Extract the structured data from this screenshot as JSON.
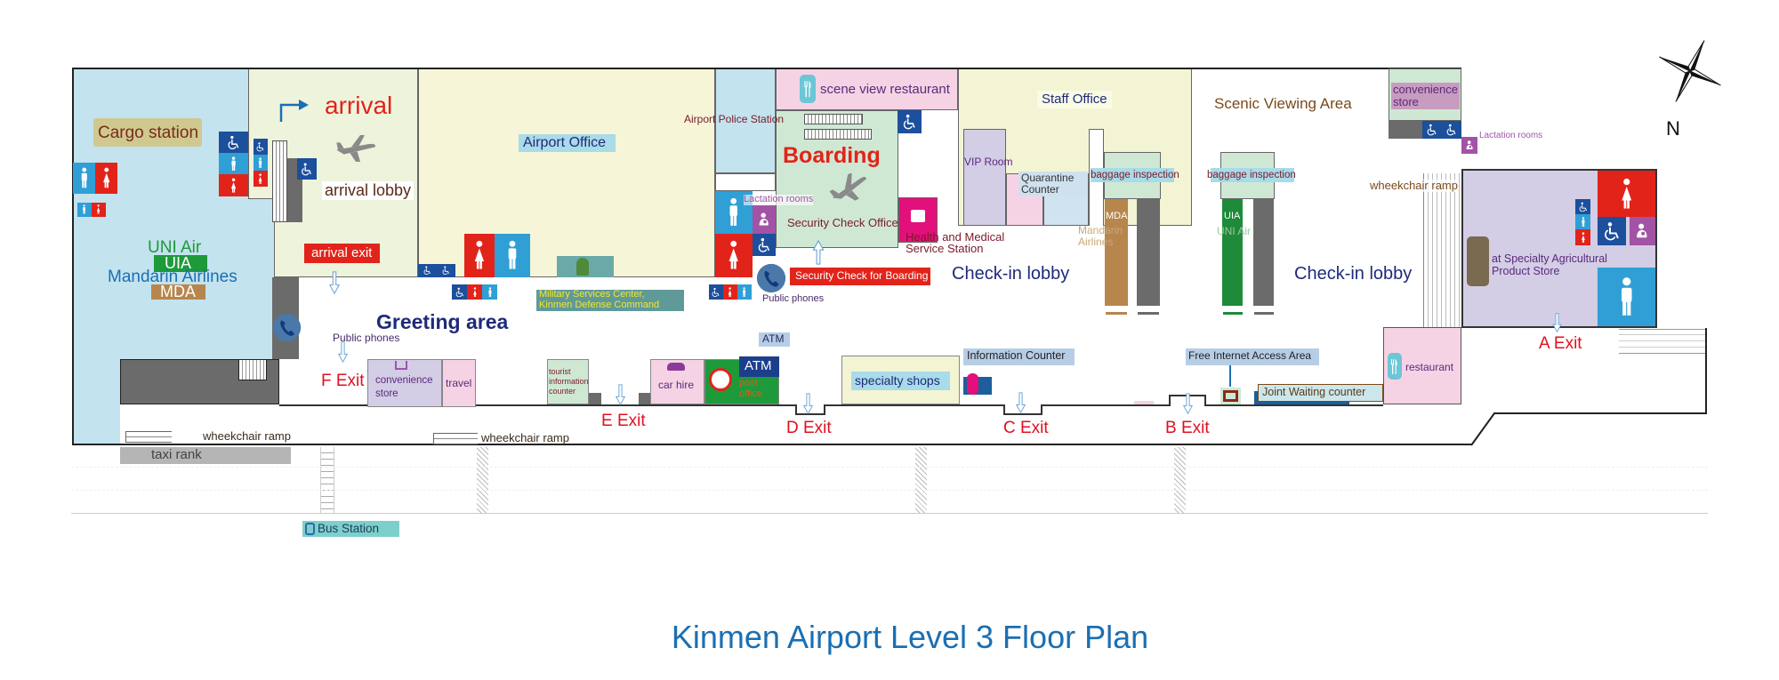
{
  "title": "Kinmen Airport Level 3 Floor Plan",
  "compass": {
    "label": "N"
  },
  "west": {
    "cargo_station": "Cargo station",
    "uni_air": "UNI Air",
    "uia": "UIA",
    "mandarin_airlines": "Mandarin Airlines",
    "mda": "MDA",
    "arrival": "arrival",
    "arrival_lobby": "arrival lobby",
    "arrival_exit": "arrival exit",
    "public_phones": "Public phones",
    "greeting_area": "Greeting area",
    "airport_office": "Airport Office",
    "military_services": [
      "Military Services Center,",
      "Kinmen Defense Command"
    ]
  },
  "center": {
    "airport_police_station": "Airport Police Station",
    "scene_view_restaurant": "scene view restaurant",
    "boarding": "Boarding",
    "lactation_rooms": "Lactation rooms",
    "security_check_office": "Security Check Office",
    "health_station": [
      "Health and Medical",
      "Service Station"
    ],
    "security_check_boarding": "Security Check for Boarding",
    "public_phones": "Public phones",
    "staff_office": "Staff Office",
    "vip_room": "VIP Room",
    "quarantine_counter": [
      "Quarantine",
      "Counter"
    ],
    "checkin_lobby": "Check-in lobby"
  },
  "counters": {
    "baggage_inspection": "baggage inspection",
    "mda": "MDA",
    "mandarin_airlines": [
      "Mandarin",
      "Airlines"
    ],
    "uia": "UIA",
    "uni_air": "UNI Air"
  },
  "east": {
    "scenic_viewing_area": "Scenic Viewing Area",
    "convenience_store": [
      "convenience",
      "store"
    ],
    "lactation_rooms": "Lactation rooms",
    "wheelchair_ramp": "wheekchair ramp",
    "checkin_lobby": "Check-in lobby",
    "agri_store": [
      "at Specialty Agricultural",
      "Product Store"
    ],
    "restaurant": "restaurant",
    "a_exit": "A Exit"
  },
  "frontage": {
    "f_exit": "F Exit",
    "convenience_store": [
      "convenience",
      "store"
    ],
    "travel": "travel",
    "tourist_info": [
      "tourist",
      "information",
      "counter"
    ],
    "e_exit": "E Exit",
    "car_hire": "car hire",
    "post_office": [
      "post",
      "office"
    ],
    "atm_label": "ATM",
    "atm": "ATM",
    "d_exit": "D Exit",
    "specialty_shops": "specialty shops",
    "information_counter": "Information Counter",
    "c_exit": "C Exit",
    "free_internet": "Free Internet Access Area",
    "b_exit": "B Exit",
    "joint_waiting": "Joint Waiting counter"
  },
  "outside": {
    "wheelchair_ramp_1": "wheekchair ramp",
    "wheelchair_ramp_2": "wheekchair ramp",
    "taxi_rank": "taxi rank",
    "bus_station": "Bus Station"
  },
  "colors": {
    "title": "#1a6fb3",
    "exit_text": "#e0101f",
    "restroom_male": "#2f9fd6",
    "restroom_female": "#e2231a",
    "accessible": "#1c4f9c"
  }
}
